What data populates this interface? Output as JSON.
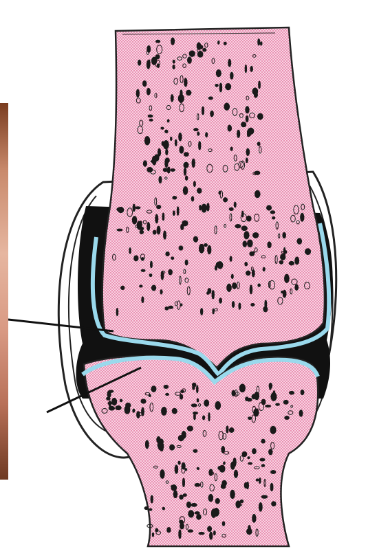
{
  "figure": {
    "kind": "anatomical-illustration",
    "subject": "synovial-joint-cross-section",
    "colors": {
      "bone_fill": "#f6c9dc",
      "bone_stipple": "#d6336c",
      "articular_cartilage": "#aee3f0",
      "joint_cavity": "#111111",
      "outline": "#222222",
      "photo_strip": "#c98a6c"
    },
    "pointer_lines": 2
  }
}
